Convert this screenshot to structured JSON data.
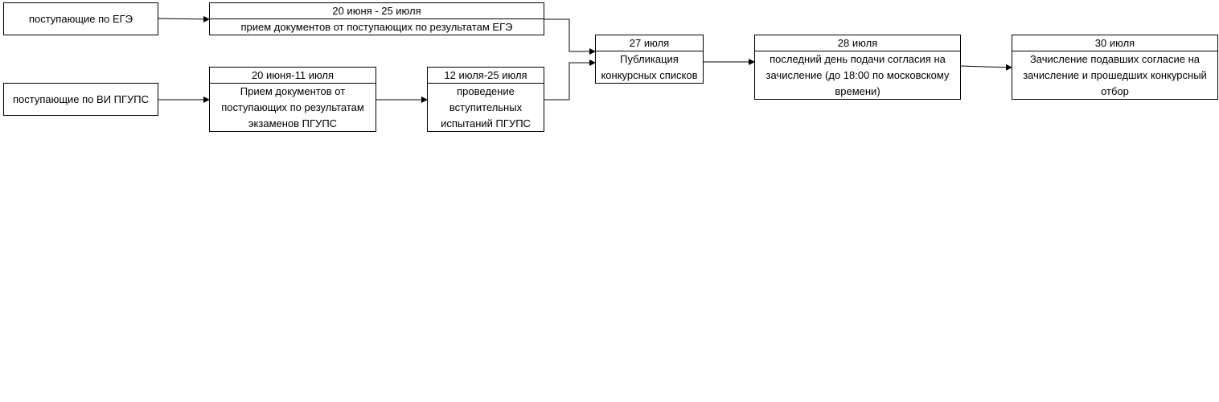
{
  "nodes": {
    "ege_applicants": "поступающие по ЕГЭ",
    "vi_applicants": "поступающие по ВИ ПГУПС"
  },
  "stages": {
    "ege_docs": {
      "date": "20 июня - 25 июля",
      "text": "прием документов от поступающих по результатам ЕГЭ"
    },
    "vi_docs": {
      "date": "20 июня-11 июля",
      "text": "Прием документов от поступающих по результатам экзаменов ПГУПС"
    },
    "vi_exams": {
      "date": "12 июля-25 июля",
      "text": "проведение вступительных испытаний ПГУПС"
    },
    "publication": {
      "date": "27 июля",
      "text": "Публикация конкурсных списков"
    },
    "consent_deadline": {
      "date": "28 июля",
      "text": "последний день подачи согласия на зачисление (до 18:00 по московскому времени)"
    },
    "enrollment": {
      "date": "30 июля",
      "text": "Зачисление подавших согласие на зачисление и прошедших конкурсный отбор"
    }
  }
}
